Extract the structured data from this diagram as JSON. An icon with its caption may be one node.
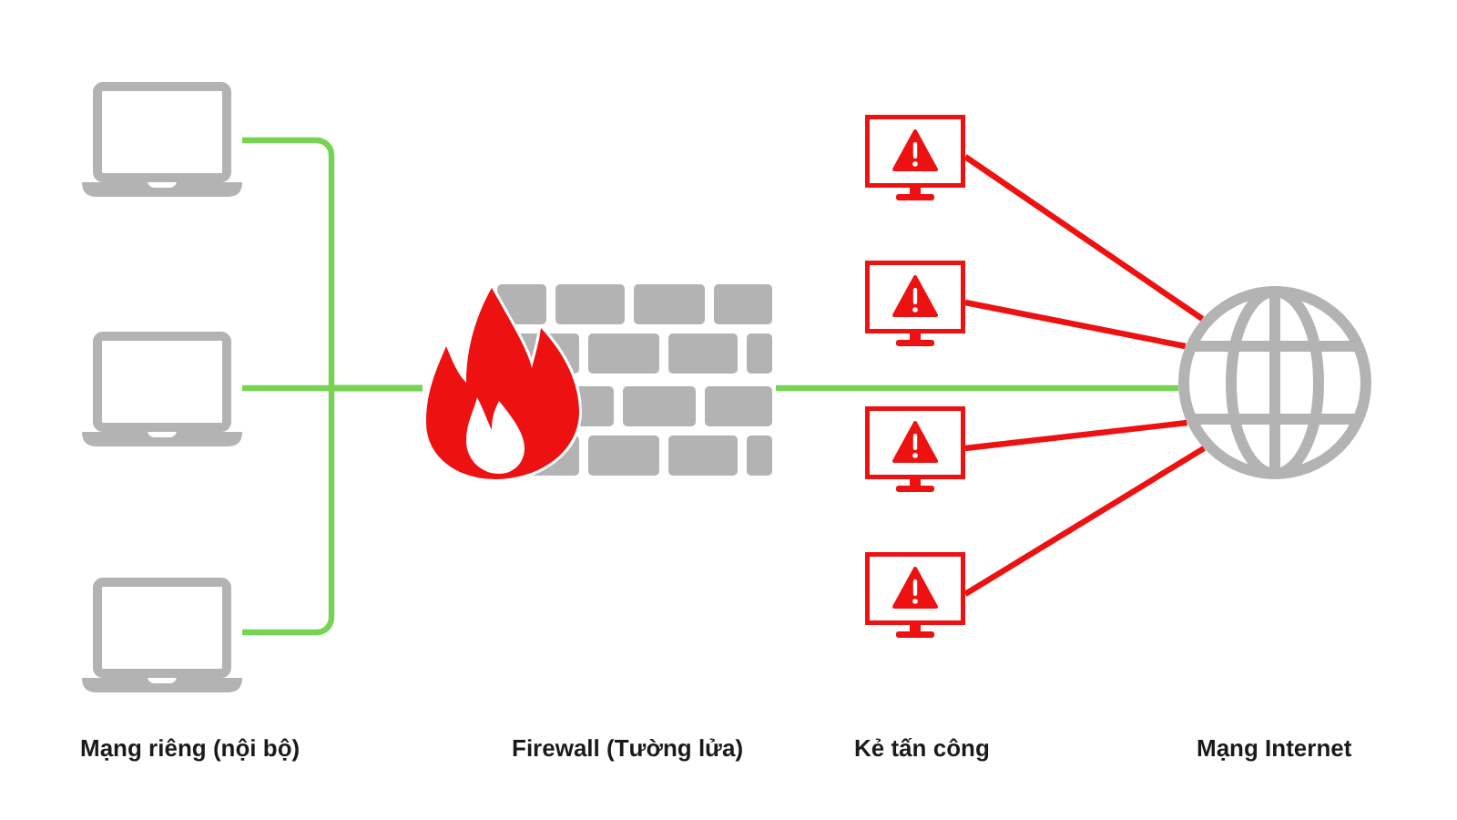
{
  "diagram": {
    "nodes": [
      {
        "text": [],
        "shape": "laptop"
      },
      {
        "text": [],
        "shape": "laptop"
      },
      {
        "text": [],
        "shape": "laptop"
      },
      {
        "text": [],
        "shape": "picture"
      },
      {
        "text": [],
        "shape": "picture"
      },
      {
        "text": [],
        "shape": "picture"
      },
      {
        "text": [],
        "shape": "picture"
      },
      {
        "text": [],
        "shape": "picture"
      },
      {
        "text": [],
        "shape": "picture"
      }
    ],
    "edges": [
      {
        "from": 0,
        "to": 3,
        "arrow": "none",
        "color": "#77d353"
      },
      {
        "from": 1,
        "to": 3,
        "arrow": "none",
        "color": "#77d353"
      },
      {
        "from": 2,
        "to": 3,
        "arrow": "none",
        "color": "#77d353"
      },
      {
        "from": 3,
        "to": 8,
        "arrow": "none",
        "color": "#77d353"
      },
      {
        "from": 4,
        "to": 8,
        "arrow": "none",
        "color": "#ee1111"
      },
      {
        "from": 5,
        "to": 8,
        "arrow": "none",
        "color": "#ee1111"
      },
      {
        "from": 6,
        "to": 8,
        "arrow": "none",
        "color": "#ee1111"
      },
      {
        "from": 7,
        "to": 8,
        "arrow": "none",
        "color": "#ee1111"
      }
    ],
    "labels": [
      "Mạng riêng (nội bộ)",
      "Firewall (Tường lửa)",
      "Kẻ tấn công",
      "Mạng Internet"
    ]
  }
}
